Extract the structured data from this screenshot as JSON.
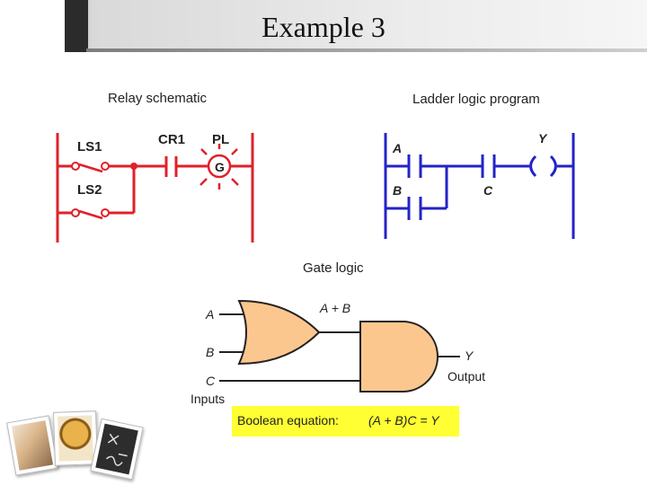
{
  "title": "Example 3",
  "relay": {
    "caption": "Relay schematic",
    "ls1": "LS1",
    "ls2": "LS2",
    "cr1": "CR1",
    "pl": "PL",
    "lamp": "G",
    "color": "#e0202a"
  },
  "ladder": {
    "caption": "Ladder logic program",
    "a": "A",
    "b": "B",
    "c": "C",
    "y": "Y",
    "color": "#2323c8"
  },
  "gates": {
    "caption": "Gate logic",
    "a": "A",
    "b": "B",
    "c": "C",
    "or_out": "A + B",
    "y": "Y",
    "output": "Output",
    "inputs": "Inputs"
  },
  "equation": {
    "label": "Boolean equation:",
    "value": "(A + B)C = Y",
    "background": "#ffff33"
  },
  "icons": [
    "pen-and-paper-photo",
    "globe-photo",
    "chalkboard-math-photo"
  ]
}
